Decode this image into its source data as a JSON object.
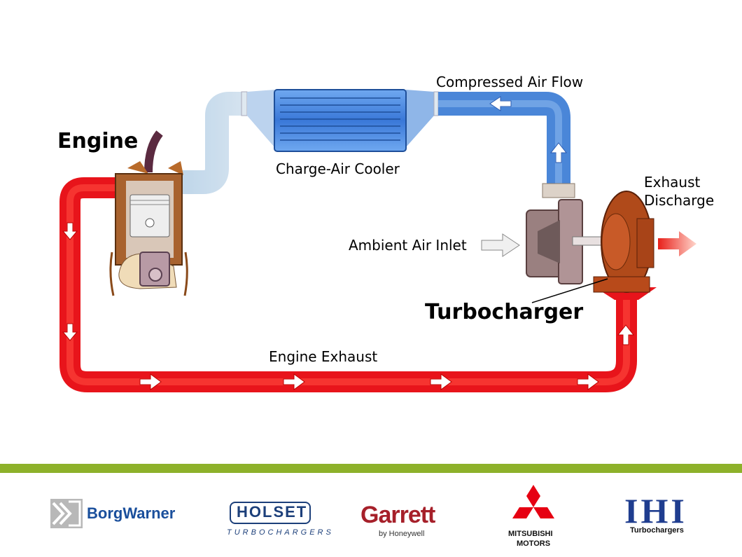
{
  "labels": {
    "engine": "Engine",
    "charge_air_cooler": "Charge-Air Cooler",
    "compressed_air_flow": "Compressed Air Flow",
    "exhaust_discharge_line1": "Exhaust",
    "exhaust_discharge_line2": "Discharge",
    "ambient_air_inlet": "Ambient Air Inlet",
    "turbocharger": "Turbocharger",
    "engine_exhaust": "Engine Exhaust"
  },
  "logos": {
    "borgwarner": "BorgWarner",
    "holset": "HOLSET",
    "holset_sub": "TURBOCHARGERS",
    "garrett": "Garrett",
    "garrett_sub": "by Honeywell",
    "mitsubishi_line1": "MITSUBISHI",
    "mitsubishi_line2": "MOTORS",
    "ihi": "IHI",
    "ihi_sub": "Turbochargers"
  },
  "colors": {
    "exhaust_pipe": "#e8141b",
    "intake_pipe": "#4a86d8",
    "cooler": "#3f7fe0",
    "accent_bar": "#8db12a",
    "ihi_blue": "#1f3d8f",
    "holset_blue": "#1c3f7a",
    "garrett_red": "#a6202a",
    "mitsubishi_red": "#e60012",
    "borgwarner_blue": "#1a4f9c"
  }
}
